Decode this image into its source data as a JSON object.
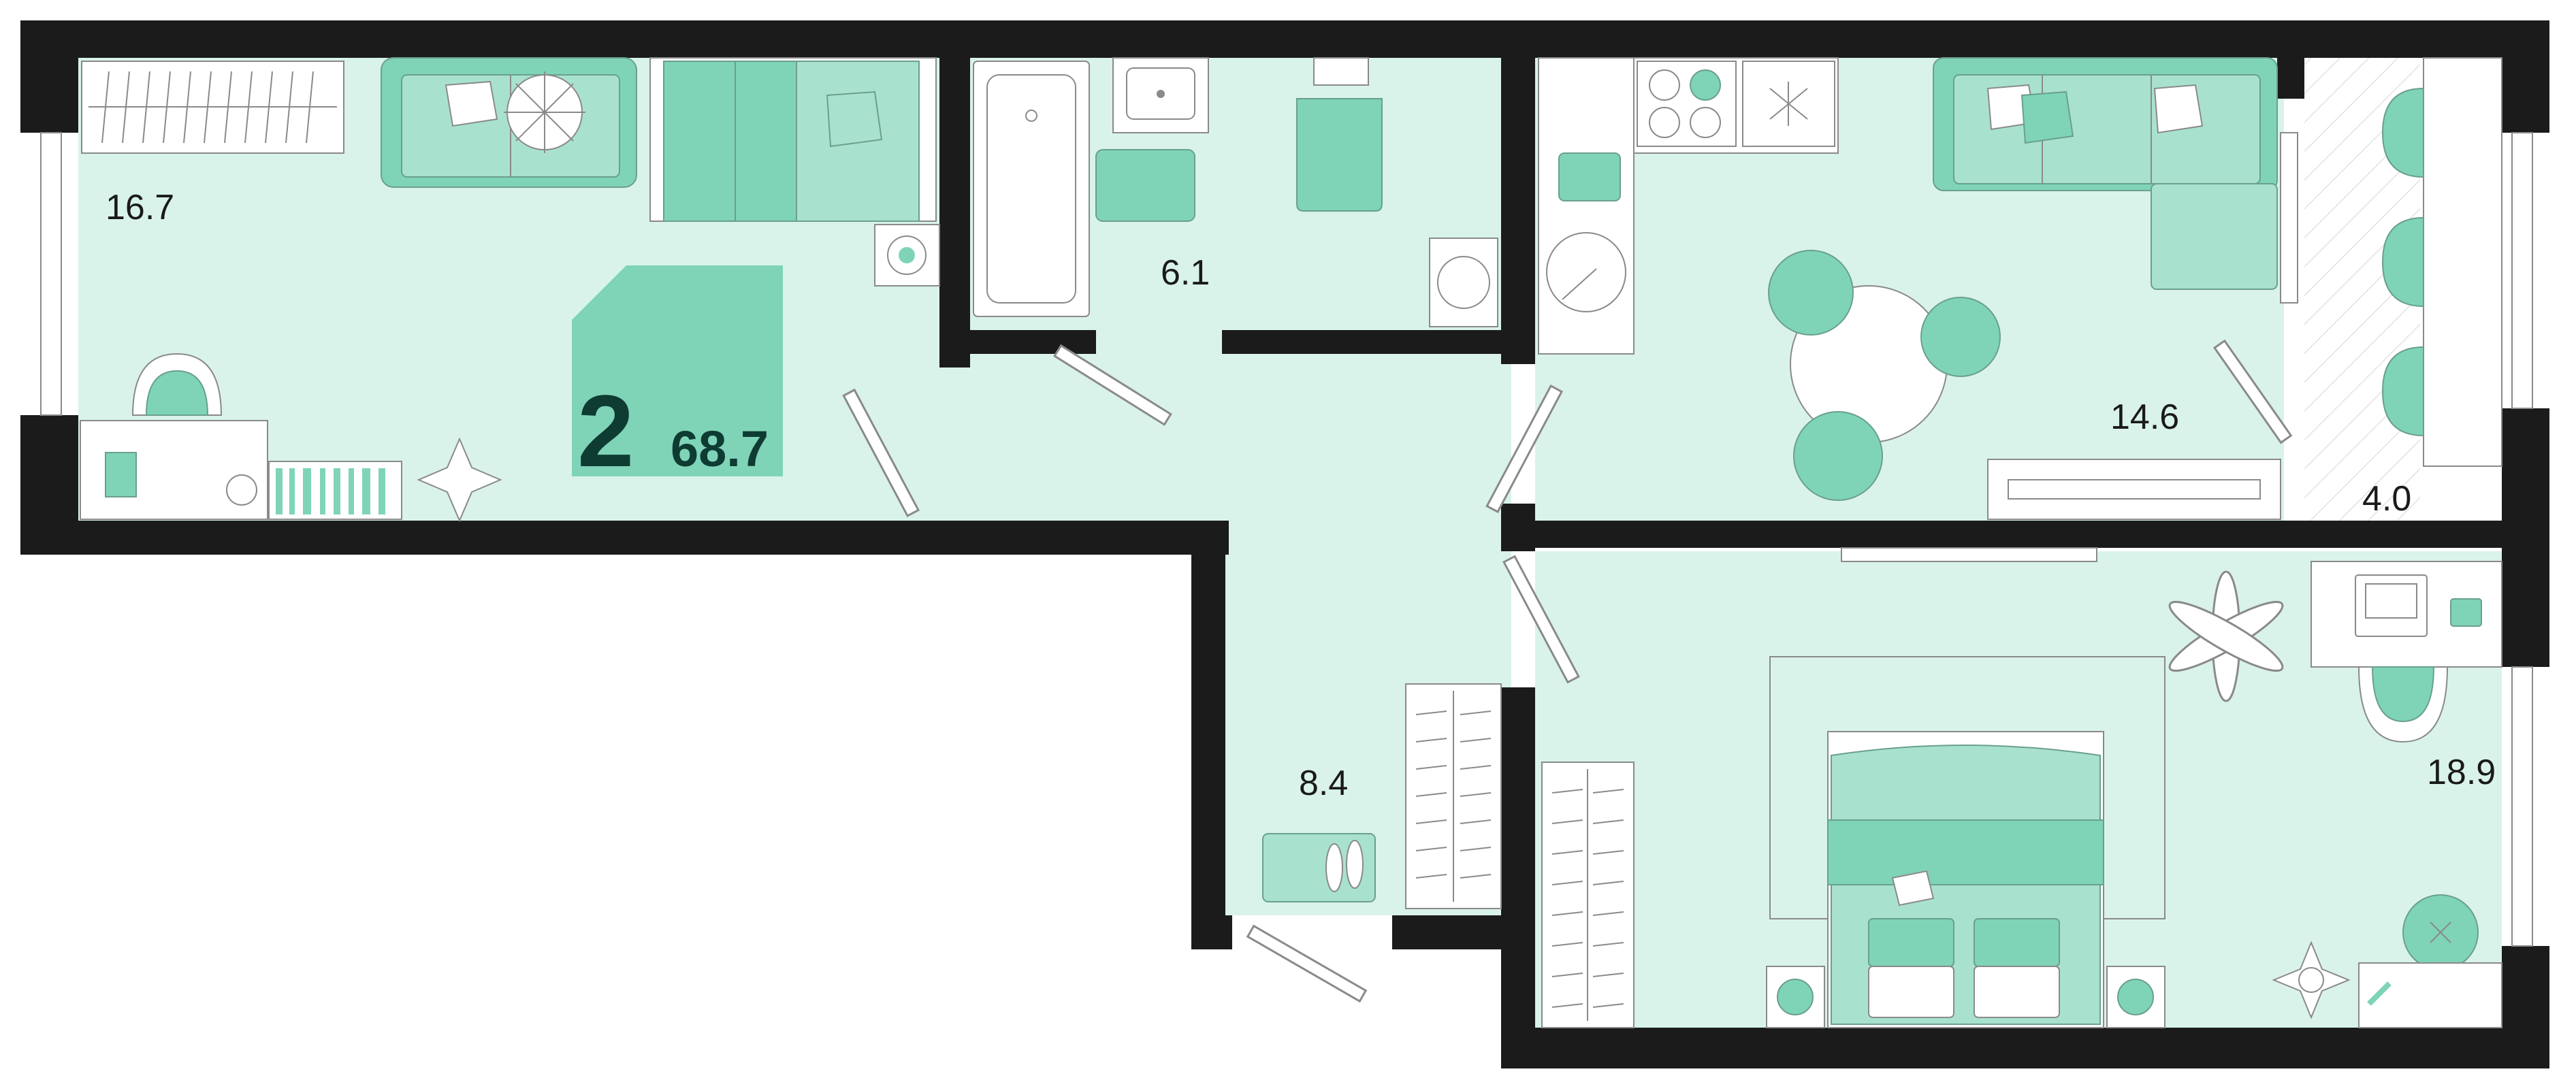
{
  "colors": {
    "wall": "#1b1b1b",
    "floor": "#d9f3ea",
    "accent": "#7fd4b8",
    "accent_dark": "#0e3b32",
    "balcony": "#ffffff"
  },
  "badge": {
    "rooms": "2",
    "total_area": "68.7"
  },
  "rooms": [
    {
      "id": "living-left",
      "area": "16.7"
    },
    {
      "id": "bathroom",
      "area": "6.1"
    },
    {
      "id": "kitchen",
      "area": "14.6"
    },
    {
      "id": "balcony",
      "area": "4.0"
    },
    {
      "id": "hallway",
      "area": "8.4"
    },
    {
      "id": "bedroom",
      "area": "18.9"
    }
  ],
  "icons": [
    "sofa-icon",
    "bed-icon",
    "plant-icon",
    "bathtub-icon",
    "sink-icon",
    "toilet-icon",
    "washer-icon",
    "stove-icon",
    "dining-table-icon",
    "chair-icon",
    "wardrobe-icon",
    "desk-icon",
    "laptop-icon",
    "slippers-icon",
    "tv-stand-icon",
    "door-swing-icon"
  ]
}
